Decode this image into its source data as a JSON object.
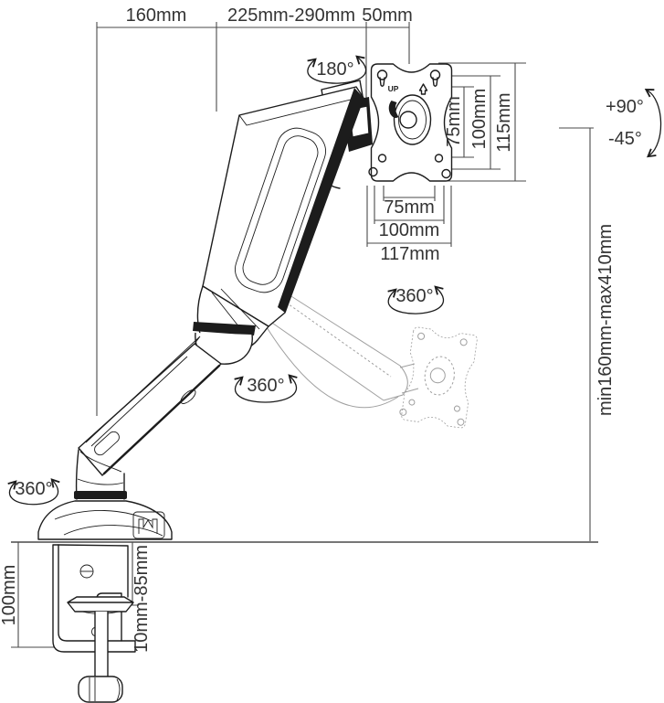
{
  "meta": {
    "title": "Gas-spring desk-mount monitor arm dimension diagram",
    "style": "black line drawing on white",
    "line_color": "#1c1c1c",
    "text_color": "#333333",
    "ghost_color": "#9f9f9f"
  },
  "labels": {
    "top": {
      "d160": "160mm",
      "d225_290": "225mm-290mm",
      "d50": "50mm"
    },
    "vesa_vertical": {
      "v75": "75mm",
      "v100": "100mm",
      "v115": "115mm"
    },
    "vesa_horizontal": {
      "h75": "75mm",
      "h100": "100mm",
      "h117": "117mm"
    },
    "right": {
      "height_range": "min160mm-max410mm",
      "tilt_up": "+90°",
      "tilt_down": "-45°"
    },
    "rotations": {
      "head": "180°",
      "vesa": "360°",
      "elbow": "360°",
      "base": "360°"
    },
    "bottom": {
      "clamp_height": "100mm",
      "clamp_range": "10mm-85mm"
    },
    "plate": {
      "up": "UP"
    }
  }
}
